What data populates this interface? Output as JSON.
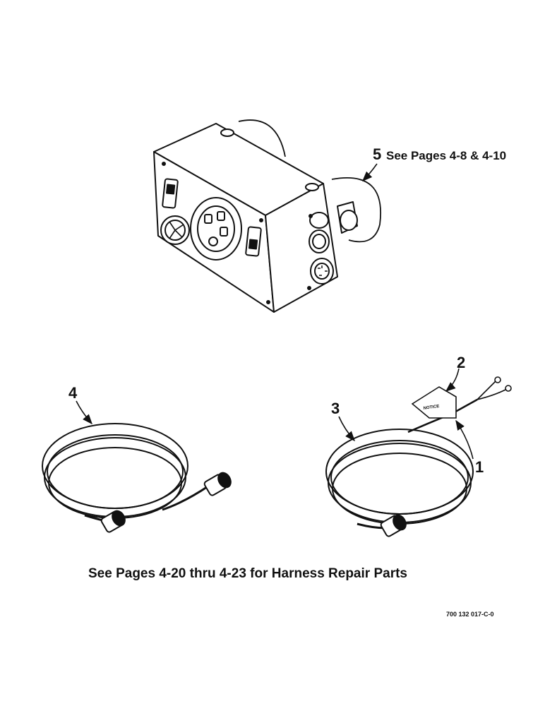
{
  "callouts": {
    "item1": "1",
    "item2": "2",
    "item3": "3",
    "item4": "4",
    "item5": "5"
  },
  "item5_reference": "See Pages 4-8 & 4-10",
  "harness_caption": "See Pages 4-20 thru 4-23 for Harness Repair Parts",
  "drawing_number": "700 132 017-C-0",
  "decal_text": "NOTICE"
}
